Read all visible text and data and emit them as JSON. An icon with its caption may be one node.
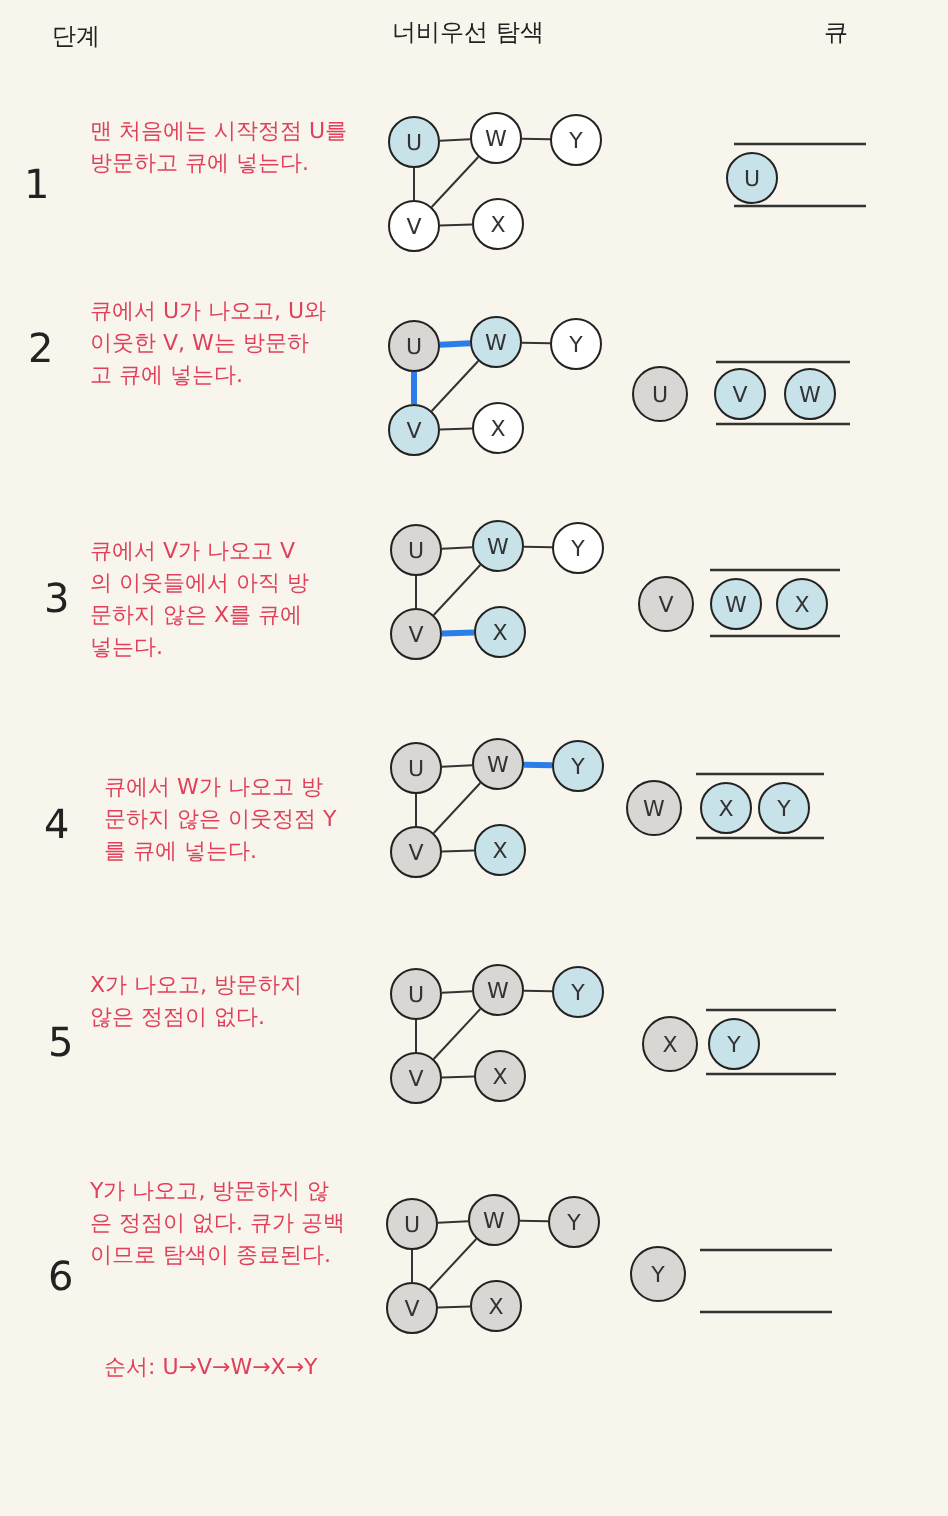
{
  "diagram": {
    "title": "너비우선 탐색",
    "nodes": [
      {
        "text": [
          "U"
        ]
      },
      {
        "text": [
          "W"
        ]
      },
      {
        "text": [
          "Y"
        ]
      },
      {
        "text": [
          "V"
        ]
      },
      {
        "text": [
          "X"
        ]
      },
      {
        "text": [
          "U"
        ]
      },
      {
        "text": [
          "U"
        ]
      },
      {
        "text": [
          "W"
        ]
      },
      {
        "text": [
          "Y"
        ]
      },
      {
        "text": [
          "V"
        ]
      },
      {
        "text": [
          "X"
        ]
      },
      {
        "text": [
          "U"
        ]
      },
      {
        "text": [
          "V"
        ]
      },
      {
        "text": [
          "W"
        ]
      },
      {
        "text": [
          "U"
        ]
      },
      {
        "text": [
          "W"
        ]
      },
      {
        "text": [
          "Y"
        ]
      },
      {
        "text": [
          "V"
        ]
      },
      {
        "text": [
          "X"
        ]
      },
      {
        "text": [
          "V"
        ]
      },
      {
        "text": [
          "W"
        ]
      },
      {
        "text": [
          "X"
        ]
      },
      {
        "text": [
          "U"
        ]
      },
      {
        "text": [
          "W"
        ]
      },
      {
        "text": [
          "Y"
        ]
      },
      {
        "text": [
          "V"
        ]
      },
      {
        "text": [
          "X"
        ]
      },
      {
        "text": [
          "W"
        ]
      },
      {
        "text": [
          "X"
        ]
      },
      {
        "text": [
          "Y"
        ]
      },
      {
        "text": [
          "U"
        ]
      },
      {
        "text": [
          "W"
        ]
      },
      {
        "text": [
          "Y"
        ]
      },
      {
        "text": [
          "V"
        ]
      },
      {
        "text": [
          "X"
        ]
      },
      {
        "text": [
          "X"
        ]
      },
      {
        "text": [
          "Y"
        ]
      },
      {
        "text": [
          "U"
        ]
      },
      {
        "text": [
          "W"
        ]
      },
      {
        "text": [
          "Y"
        ]
      },
      {
        "text": [
          "V"
        ]
      },
      {
        "text": [
          "X"
        ]
      },
      {
        "text": [
          "Y"
        ]
      }
    ],
    "edges": [
      {
        "from": 0,
        "to": 1,
        "arrow": "none"
      },
      {
        "from": 1,
        "to": 2,
        "arrow": "none"
      },
      {
        "from": 0,
        "to": 3,
        "arrow": "none"
      },
      {
        "from": 3,
        "to": 1,
        "arrow": "none"
      },
      {
        "from": 3,
        "to": 4,
        "arrow": "none"
      },
      {
        "from": 6,
        "to": 7,
        "arrow": "none",
        "style": "thick",
        "color": "#2b7de9"
      },
      {
        "from": 7,
        "to": 8,
        "arrow": "none"
      },
      {
        "from": 6,
        "to": 9,
        "arrow": "none",
        "style": "thick",
        "color": "#2b7de9"
      },
      {
        "from": 9,
        "to": 7,
        "arrow": "none"
      },
      {
        "from": 9,
        "to": 10,
        "arrow": "none"
      },
      {
        "from": 14,
        "to": 15,
        "arrow": "none"
      },
      {
        "from": 15,
        "to": 16,
        "arrow": "none"
      },
      {
        "from": 14,
        "to": 17,
        "arrow": "none"
      },
      {
        "from": 17,
        "to": 15,
        "arrow": "none"
      },
      {
        "from": 17,
        "to": 18,
        "arrow": "none",
        "style": "thick",
        "color": "#2b7de9"
      },
      {
        "from": 22,
        "to": 23,
        "arrow": "none"
      },
      {
        "from": 23,
        "to": 24,
        "arrow": "none",
        "style": "thick",
        "color": "#2b7de9"
      },
      {
        "from": 22,
        "to": 25,
        "arrow": "none"
      },
      {
        "from": 25,
        "to": 23,
        "arrow": "none"
      },
      {
        "from": 25,
        "to": 26,
        "arrow": "none"
      },
      {
        "from": 30,
        "to": 31,
        "arrow": "none"
      },
      {
        "from": 31,
        "to": 32,
        "arrow": "none"
      },
      {
        "from": 30,
        "to": 33,
        "arrow": "none"
      },
      {
        "from": 33,
        "to": 31,
        "arrow": "none"
      },
      {
        "from": 33,
        "to": 34,
        "arrow": "none"
      },
      {
        "from": 37,
        "to": 38,
        "arrow": "none"
      },
      {
        "from": 38,
        "to": 39,
        "arrow": "none"
      },
      {
        "from": 37,
        "to": 40,
        "arrow": "none"
      },
      {
        "from": 40,
        "to": 38,
        "arrow": "none"
      },
      {
        "from": 40,
        "to": 41,
        "arrow": "none"
      }
    ],
    "labels": [
      "단계",
      "큐",
      "1",
      "맨 처음에는 시작정점 U를 방문하고 큐에 넣는다.",
      "2",
      "큐에서 U가 나오고, U와 이웃한 V, W는 방문하고 큐에 넣는다.",
      "3",
      "큐에서 V가 나오고 V의 이웃들에서 아직 방문하지 않은 X를 큐에 넣는다.",
      "4",
      "큐에서 W가 나오고 방문하지 않은 이웃정점 Y를 큐에 넣는다.",
      "5",
      "X가 나오고, 방문하지 않은 정점이 없다.",
      "6",
      "Y가 나오고, 방문하지 않은 정점이 없다. 큐가 공백이므로 탐색이 종료된다.",
      "순서: U→V→W→X→Y"
    ]
  }
}
